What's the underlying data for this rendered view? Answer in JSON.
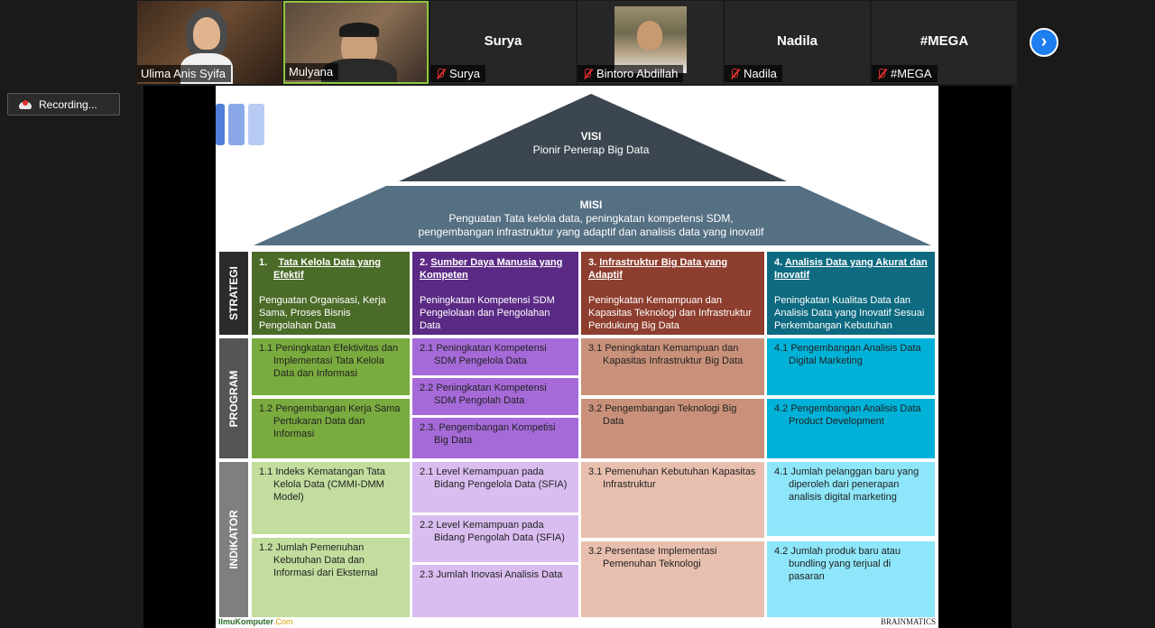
{
  "participants": [
    {
      "name": "Ulima Anis Syifa",
      "muted": false
    },
    {
      "name": "Mulyana",
      "muted": false,
      "active": true
    },
    {
      "name": "Surya",
      "display": "Surya",
      "muted": true
    },
    {
      "name": "Bintoro Abdillah",
      "muted": true
    },
    {
      "name": "Nadila",
      "display": "Nadila",
      "muted": true
    },
    {
      "name": "#MEGA",
      "display": "#MEGA",
      "muted": true
    }
  ],
  "next_icon": "chevron-right-icon",
  "recording": {
    "label": "Recording..."
  },
  "slide": {
    "visi": {
      "title": "VISI",
      "text": "Pionir Penerap Big Data"
    },
    "misi": {
      "title": "MISI",
      "line1": "Penguatan Tata kelola data, peningkatan kompetensi SDM,",
      "line2": "pengembangan infrastruktur yang adaptif dan analisis data yang inovatif"
    },
    "rows": {
      "strategi": "STRATEGI",
      "program": "PROGRAM",
      "indikator": "INDIKATOR"
    },
    "columns": [
      {
        "num": "1.",
        "title": "Tata Kelola Data yang Efektif",
        "desc": "Penguatan Organisasi, Kerja Sama, Proses Bisnis Pengolahan Data",
        "programs": [
          "1.1 Peningkatan Efektivitas dan Implementasi Tata Kelola Data dan Informasi",
          "1.2 Pengembangan Kerja Sama Pertukaran Data dan Informasi"
        ],
        "indicators": [
          "1.1 Indeks Kematangan Tata Kelola Data (CMMI-DMM Model)",
          "1.2 Jumlah Pemenuhan Kebutuhan Data dan Informasi dari Eksternal"
        ],
        "colors": {
          "header": "#4b6b28",
          "program": "#7aab3e",
          "indicator": "#c2dd9e"
        }
      },
      {
        "num": "2.",
        "title": "Sumber Daya Manusia yang Kompeten",
        "desc": "Peningkatan Kompetensi SDM Pengelolaan dan Pengolahan Data",
        "programs": [
          "2.1 Peningkatan Kompetensi SDM Pengelola Data",
          "2.2 Peningkatan Kompetensi SDM Pengolah Data",
          "2.3. Pengembangan Kompetisi Big Data"
        ],
        "indicators": [
          "2.1 Level Kemampuan pada Bidang Pengelola Data (SFIA)",
          "2.2 Level Kemampuan pada Bidang Pengolah Data (SFIA)",
          "2.3 Jumlah Inovasi Analisis Data"
        ],
        "colors": {
          "header": "#5b2a85",
          "program": "#a56ad8",
          "indicator": "#d9bdf0"
        }
      },
      {
        "num": "3.",
        "title": "Infrastruktur Big Data yang Adaptif",
        "desc": "Peningkatan Kemampuan dan Kapasitas Teknologi dan Infrastruktur Pendukung Big Data",
        "programs": [
          "3.1 Peningkatan Kemampuan dan Kapasitas Infrastruktur Big Data",
          "3.2 Pengembangan Teknologi Big Data"
        ],
        "indicators": [
          "3.1 Pemenuhan Kebutuhan Kapasitas Infrastruktur",
          "3.2 Persentase Implementasi Pemenuhan Teknologi"
        ],
        "colors": {
          "header": "#8e3e2e",
          "program": "#c9917a",
          "indicator": "#e8bfae"
        }
      },
      {
        "num": "4.",
        "title": "Analisis Data yang Akurat dan Inovatif",
        "desc": "Peningkatan Kualitas Data dan Analisis Data yang Inovatif Sesuai Perkembangan Kebutuhan",
        "programs": [
          "4.1 Pengembangan Analisis Data Digital Marketing",
          "4.2 Pengembangan Analisis Data Product Development"
        ],
        "indicators": [
          "4.1 Jumlah pelanggan baru yang diperoleh dari penerapan analisis digital marketing",
          "4.2 Jumlah produk baru atau bundling yang terjual di pasaran"
        ],
        "colors": {
          "header": "#0e6a80",
          "program": "#00b2d8",
          "indicator": "#8ee6fa"
        }
      }
    ],
    "footer_left": {
      "a": "IlmuKomputer",
      "b": ".Com"
    },
    "footer_right": "BRAINMATICS"
  }
}
